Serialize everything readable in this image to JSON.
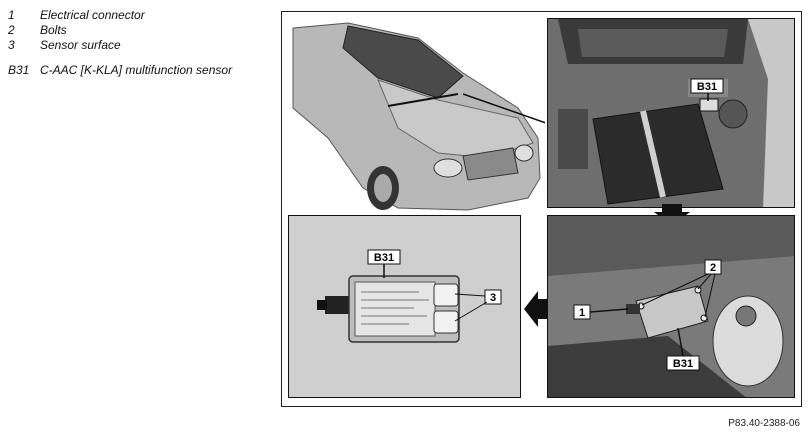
{
  "legend": {
    "items": [
      {
        "num": "1",
        "text": "Electrical connector"
      },
      {
        "num": "2",
        "text": "Bolts"
      },
      {
        "num": "3",
        "text": "Sensor surface"
      }
    ],
    "component": {
      "code": "B31",
      "text": "C-AAC [K-KLA] multifunction sensor"
    }
  },
  "callouts": {
    "engine_b31": "B31",
    "detail_1": "1",
    "detail_2": "2",
    "detail_b31": "B31",
    "sensor_b31": "B31",
    "sensor_3": "3"
  },
  "figure_id": "P83.40-2388-06"
}
